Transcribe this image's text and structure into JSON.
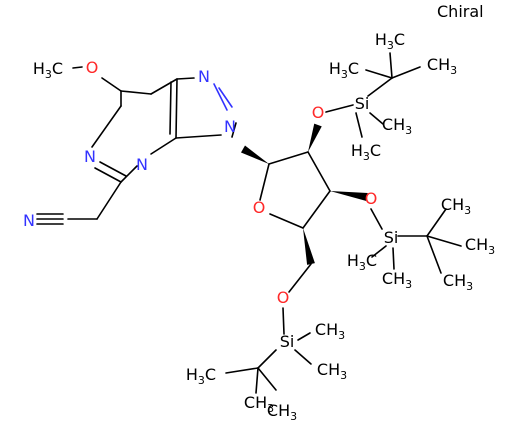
{
  "chiral_label": "Chiral",
  "colors": {
    "bond": "#000000",
    "carbon": "#000000",
    "nitrogen": "#3333ff",
    "oxygen": "#ff2a2a",
    "silicon": "#000000"
  },
  "atoms": {
    "methoxy_c": "H3C",
    "methoxy_o": "O",
    "n7": "N",
    "n9": "N",
    "n1": "N",
    "n3": "N",
    "nitrile_n": "N",
    "ring_o": "O",
    "o2": "O",
    "o3": "O",
    "o5": "O",
    "si1": "Si",
    "si2": "Si",
    "si3": "Si",
    "si1_tbu_top": "H3C",
    "si1_tbu_left": "H3C",
    "si1_tbu_right": "CH3",
    "si1_me_a": "CH3",
    "si1_me_b": "H3C",
    "si2_tbu_top": "CH3",
    "si2_tbu_mid": "CH3",
    "si2_tbu_bottom": "CH3",
    "si2_me_a": "H3C",
    "si2_me_b": "CH3",
    "si3_tbu_left": "H3C",
    "si3_tbu_top": "CH3",
    "si3_tbu_bottom": "CH3",
    "si3_me_a": "CH3",
    "si3_me_b": "CH3"
  }
}
